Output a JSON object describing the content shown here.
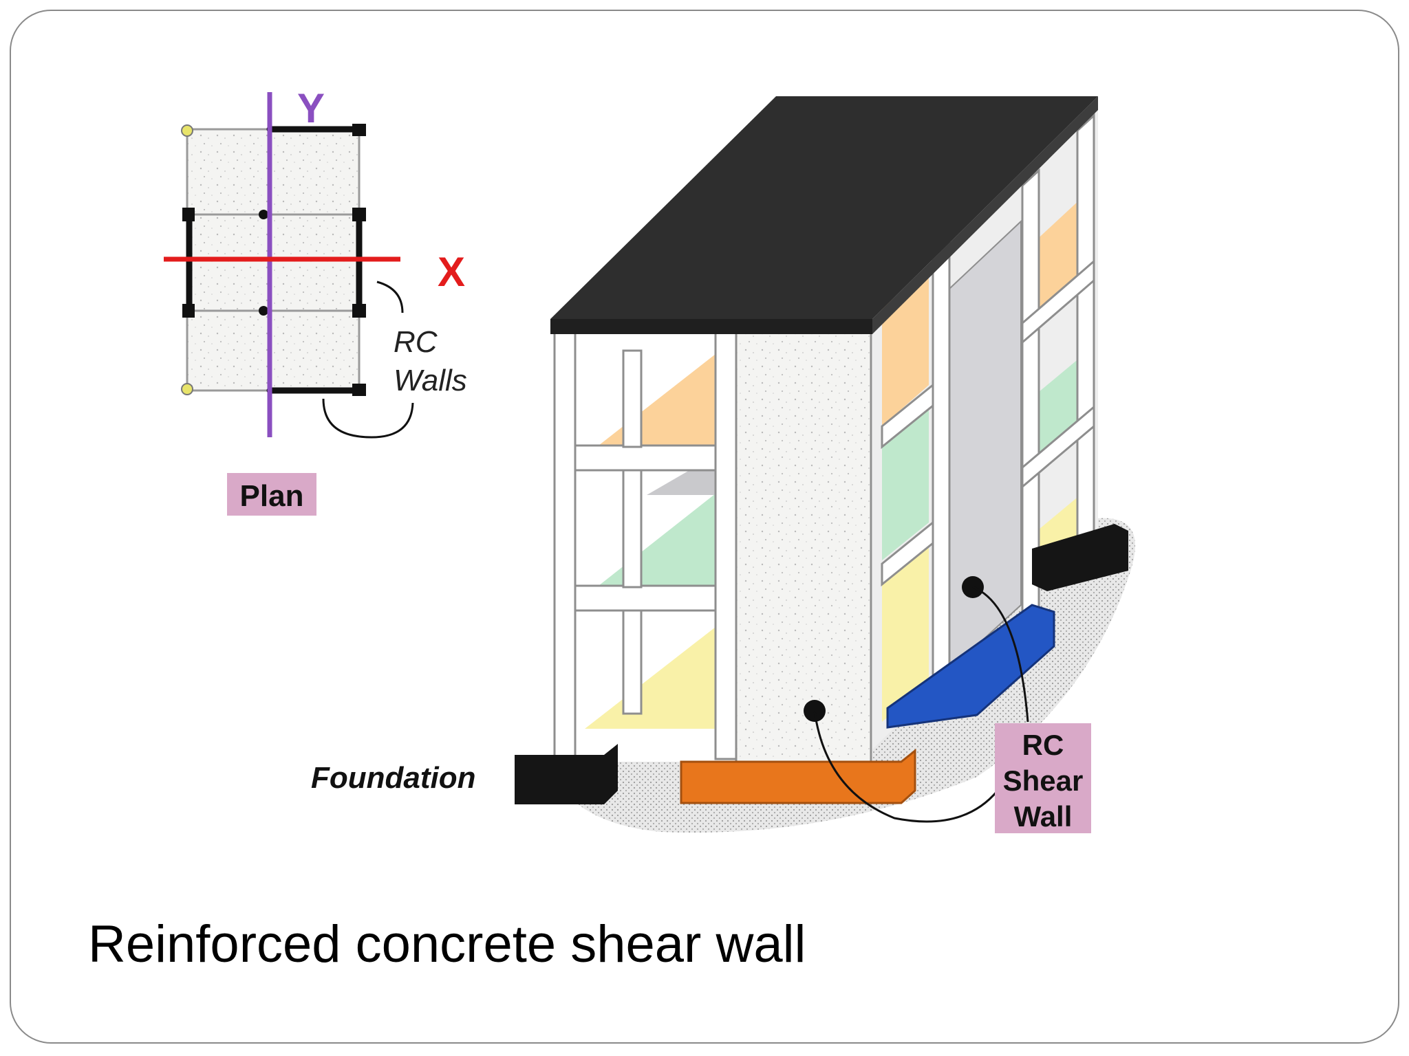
{
  "plan": {
    "axis_y": "Y",
    "axis_x": "X",
    "rc_walls_line1": "RC",
    "rc_walls_line2": "Walls",
    "plan_label": "Plan"
  },
  "building": {
    "foundation_label": "Foundation",
    "shear_wall_line1": "RC",
    "shear_wall_line2": "Shear",
    "shear_wall_line3": "Wall"
  },
  "caption": "Reinforced concrete shear wall",
  "colors": {
    "roof": "#2e2e2e",
    "shear_wall_foundation_front": "#e8761c",
    "shear_wall_foundation_side": "#2356c4",
    "x_axis": "#e31c1c",
    "y_axis": "#8a4fc0",
    "label_bg": "#d9a9c8",
    "slab_orange": "#fcd29a",
    "slab_green": "#bfe8cc",
    "slab_yellow": "#f9f1a8"
  }
}
